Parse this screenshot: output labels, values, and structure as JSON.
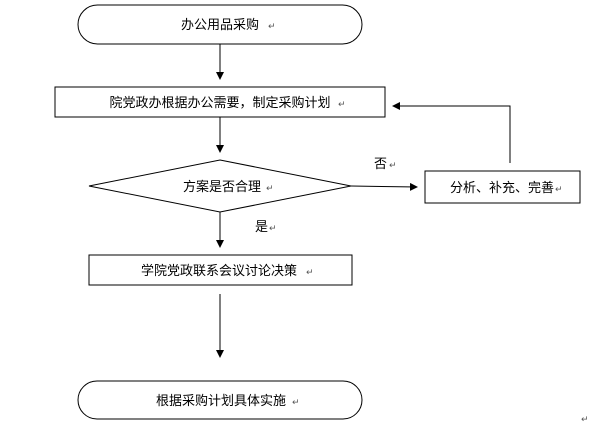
{
  "flowchart": {
    "start": "办公用品采购",
    "plan": "院党政办根据办公需要，制定采购计划",
    "decision": "方案是否合理",
    "revise": "分析、补充、完善",
    "meeting": "学院党政联系会议讨论决策",
    "end": "根据采购计划具体实施",
    "label_no": "否",
    "label_yes": "是"
  },
  "paragraph_mark": "↵"
}
